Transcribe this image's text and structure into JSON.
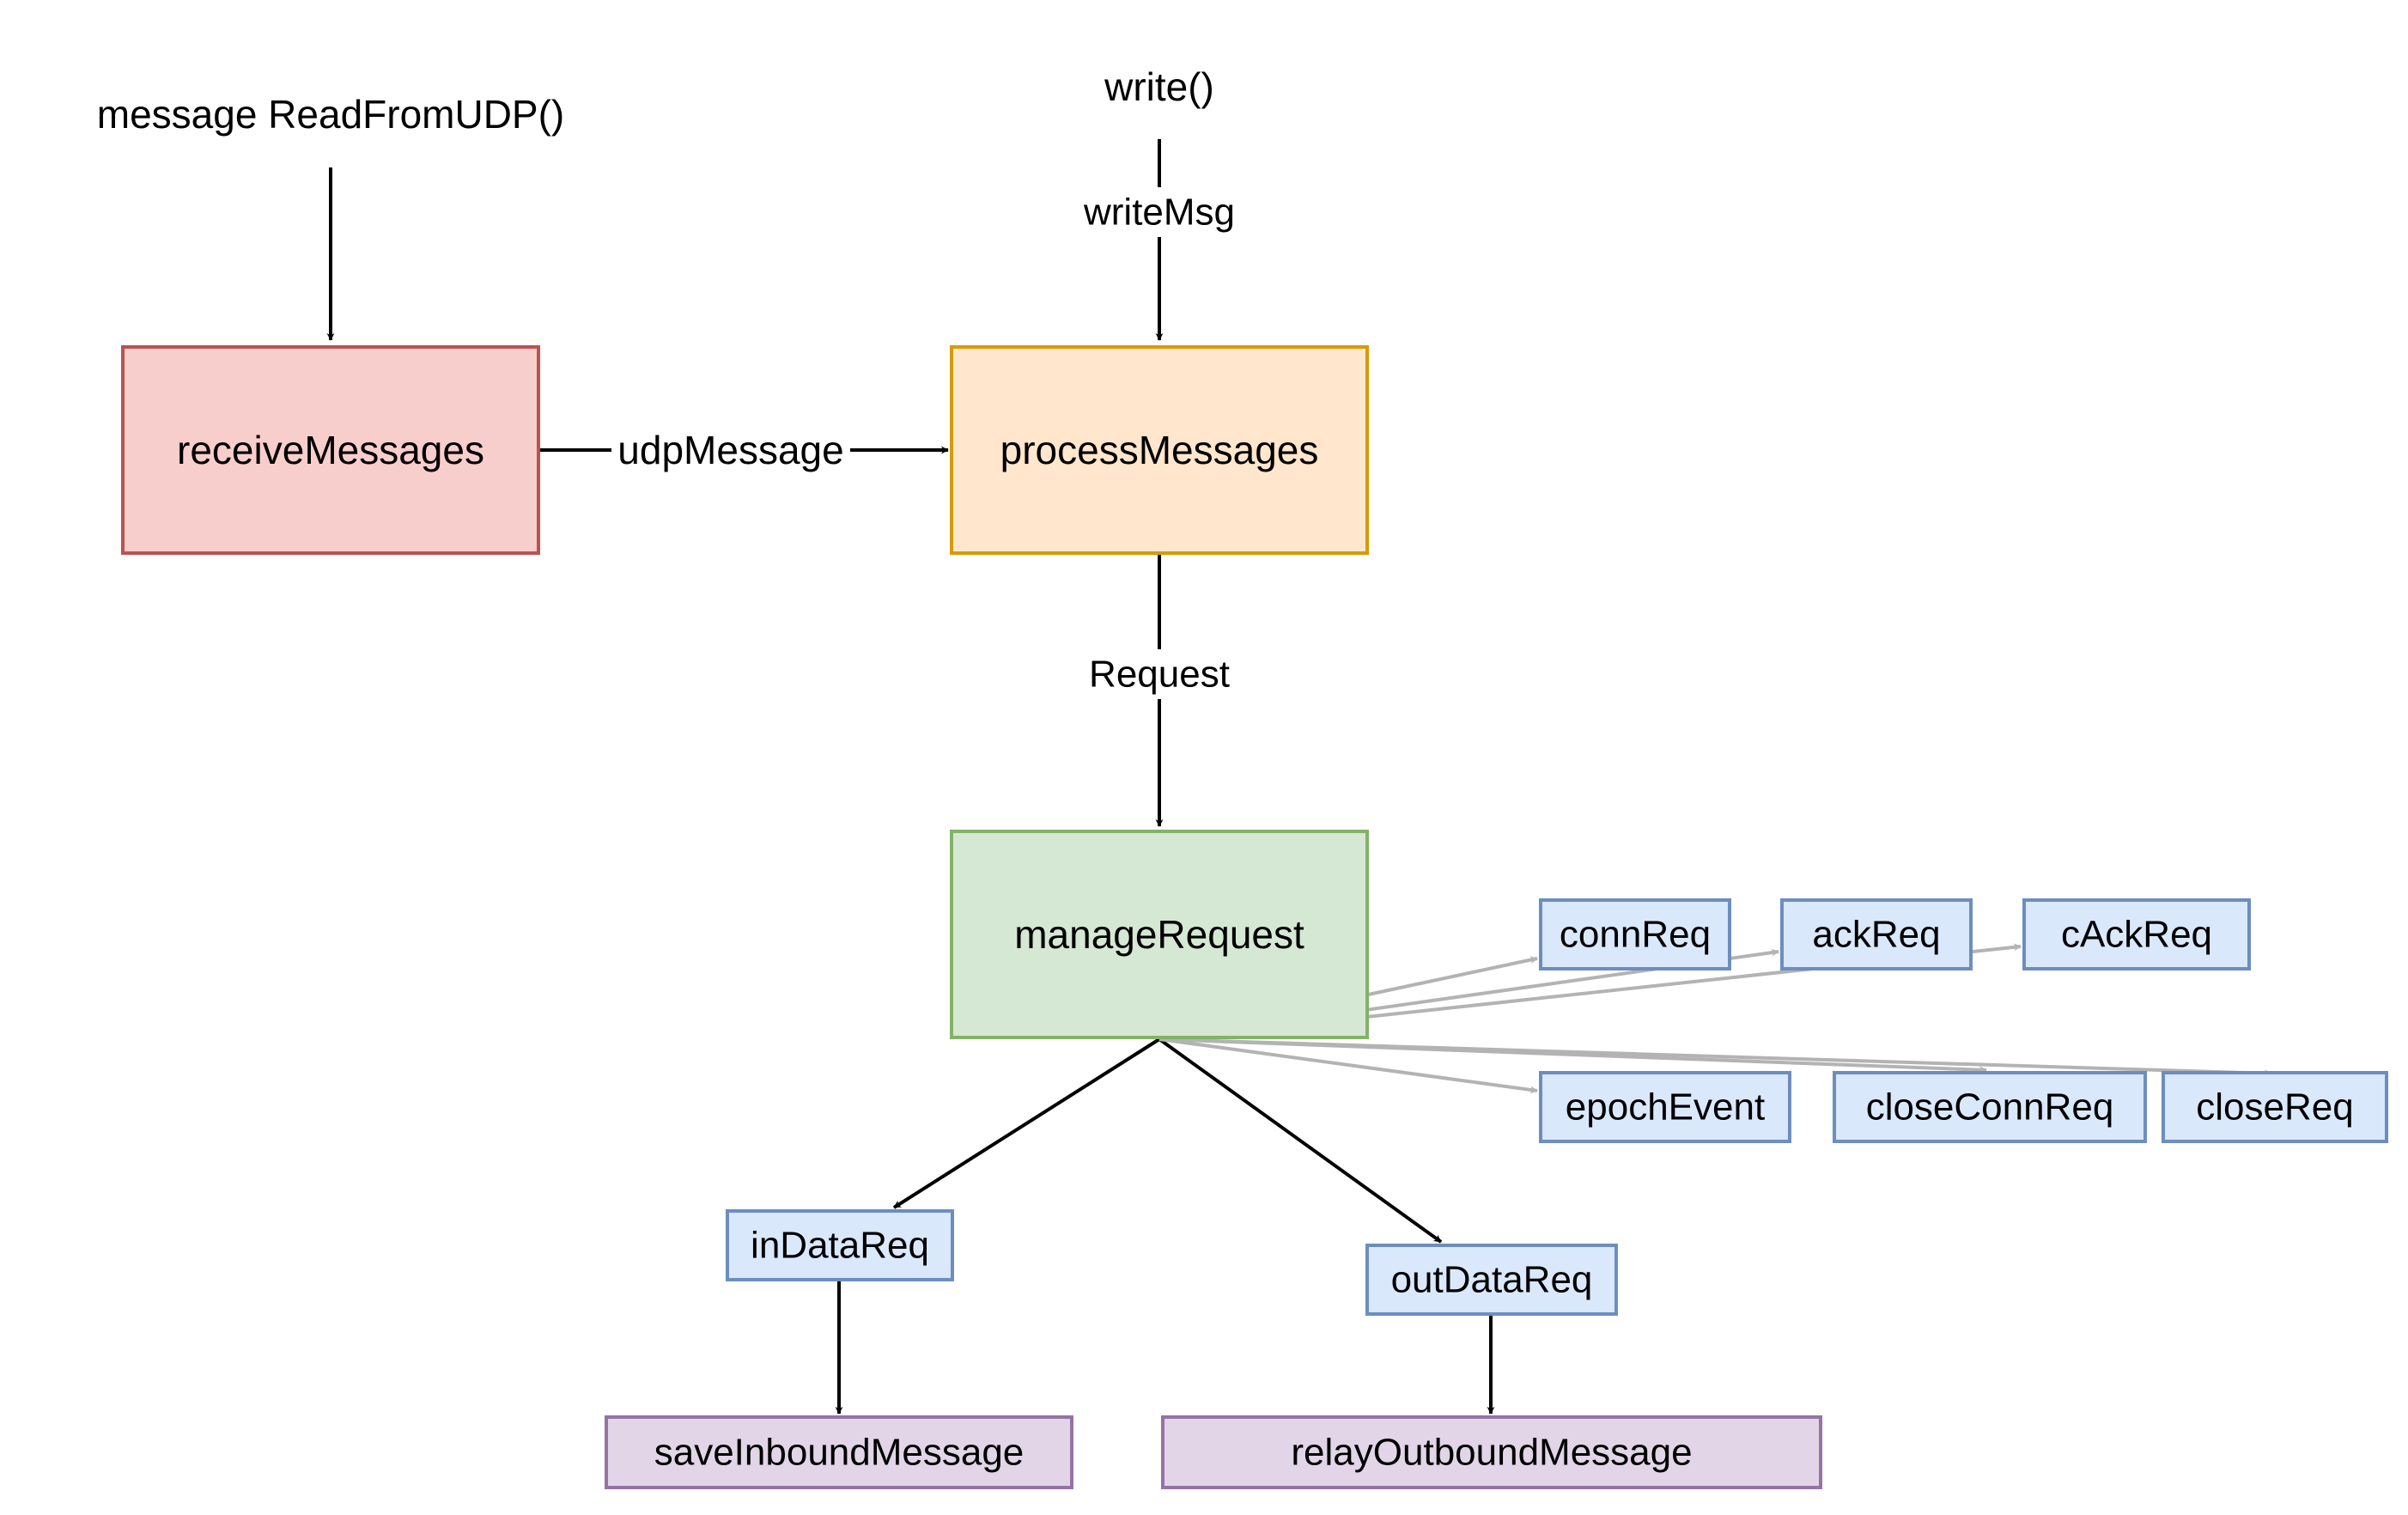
{
  "sources": {
    "read_udp": "message ReadFromUDP()",
    "write": "write()"
  },
  "edges": {
    "write_msg": "writeMsg",
    "udp_message": "udpMessage",
    "request": "Request"
  },
  "nodes": {
    "receive_messages": "receiveMessages",
    "process_messages": "processMessages",
    "manage_request": "manageRequest",
    "conn_req": "connReq",
    "ack_req": "ackReq",
    "c_ack_req": "cAckReq",
    "epoch_event": "epochEvent",
    "close_conn_req": "closeConnReq",
    "close_req": "closeReq",
    "in_data_req": "inDataReq",
    "out_data_req": "outDataReq",
    "save_inbound_message": "saveInboundMessage",
    "relay_outbound_message": "relayOutboundMessage"
  },
  "colors": {
    "red_fill": "#f8cecc",
    "red_stroke": "#b85450",
    "orange_fill": "#ffe6cc",
    "orange_stroke": "#d79b00",
    "green_fill": "#d5e8d4",
    "green_stroke": "#82b366",
    "blue_fill": "#dae8fc",
    "blue_stroke": "#6c8ebf",
    "purple_fill": "#e1d5e7",
    "purple_stroke": "#9673a6",
    "edge_black": "#000000",
    "edge_gray": "#b3b3b3"
  }
}
